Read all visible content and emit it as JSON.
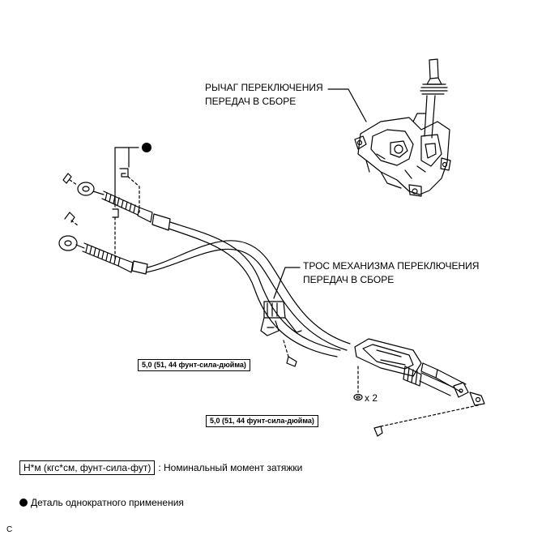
{
  "labels": {
    "shift_lever_line1": "РЫЧАГ ПЕРЕКЛЮЧЕНИЯ",
    "shift_lever_line2": "ПЕРЕДАЧ В СБОРЕ",
    "cable_line1": "ТРОС МЕХАНИЗМА ПЕРЕКЛЮЧЕНИЯ",
    "cable_line2": "ПЕРЕДАЧ В СБОРЕ"
  },
  "torque": {
    "upper": "5,0 (51, 44 фунт-сила-дюйма)",
    "lower": "5,0 (51, 44 фунт-сила-дюйма)"
  },
  "washer_count": "x 2",
  "legend": {
    "torque_units": "Н*м (кгс*см, фунт-сила-фут)",
    "torque_desc": ": Номинальный момент затяжки",
    "single_use": "Деталь однократного применения"
  },
  "corner_code": "C"
}
